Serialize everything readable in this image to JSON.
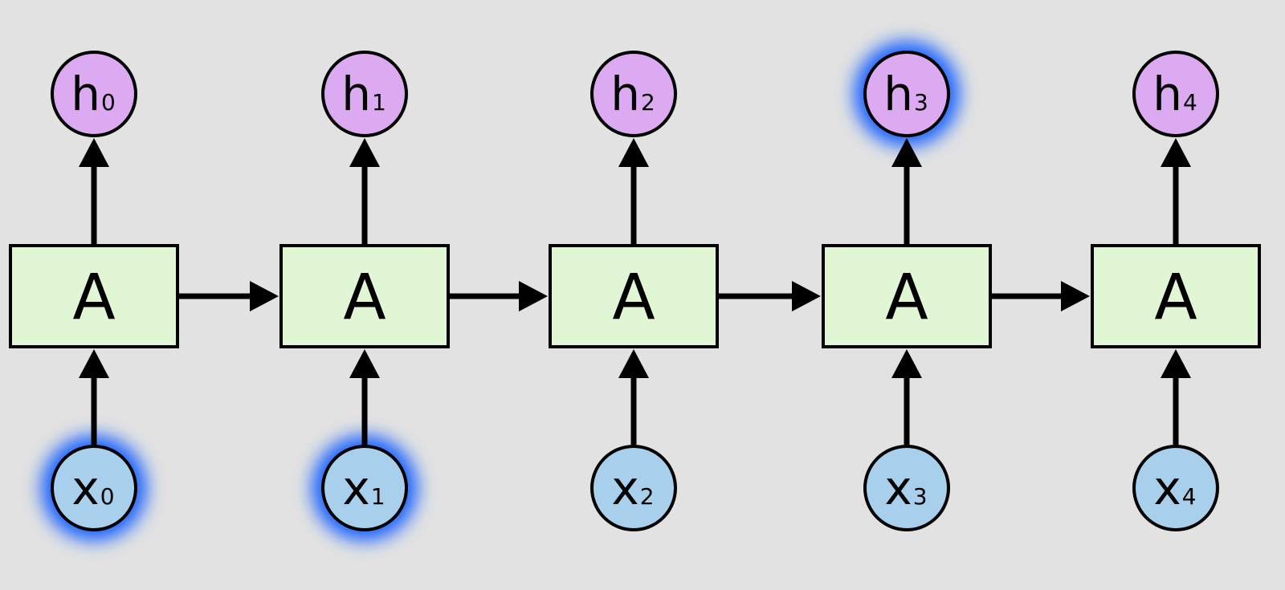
{
  "diagram": {
    "cell_label": "A",
    "cells": [
      {
        "output": {
          "letter": "h",
          "index": "0",
          "highlighted": false
        },
        "input": {
          "letter": "x",
          "index": "0",
          "highlighted": true
        }
      },
      {
        "output": {
          "letter": "h",
          "index": "1",
          "highlighted": false
        },
        "input": {
          "letter": "x",
          "index": "1",
          "highlighted": true
        }
      },
      {
        "output": {
          "letter": "h",
          "index": "2",
          "highlighted": false
        },
        "input": {
          "letter": "x",
          "index": "2",
          "highlighted": false
        }
      },
      {
        "output": {
          "letter": "h",
          "index": "3",
          "highlighted": true
        },
        "input": {
          "letter": "x",
          "index": "3",
          "highlighted": false
        }
      },
      {
        "output": {
          "letter": "h",
          "index": "4",
          "highlighted": false
        },
        "input": {
          "letter": "x",
          "index": "4",
          "highlighted": false
        }
      }
    ],
    "colors": {
      "background": "#e2e2e2",
      "cell_fill": "#e0f6d5",
      "output_fill": "#dcaaf0",
      "input_fill": "#a8cfec",
      "highlight_glow": "#1f63ff"
    }
  }
}
